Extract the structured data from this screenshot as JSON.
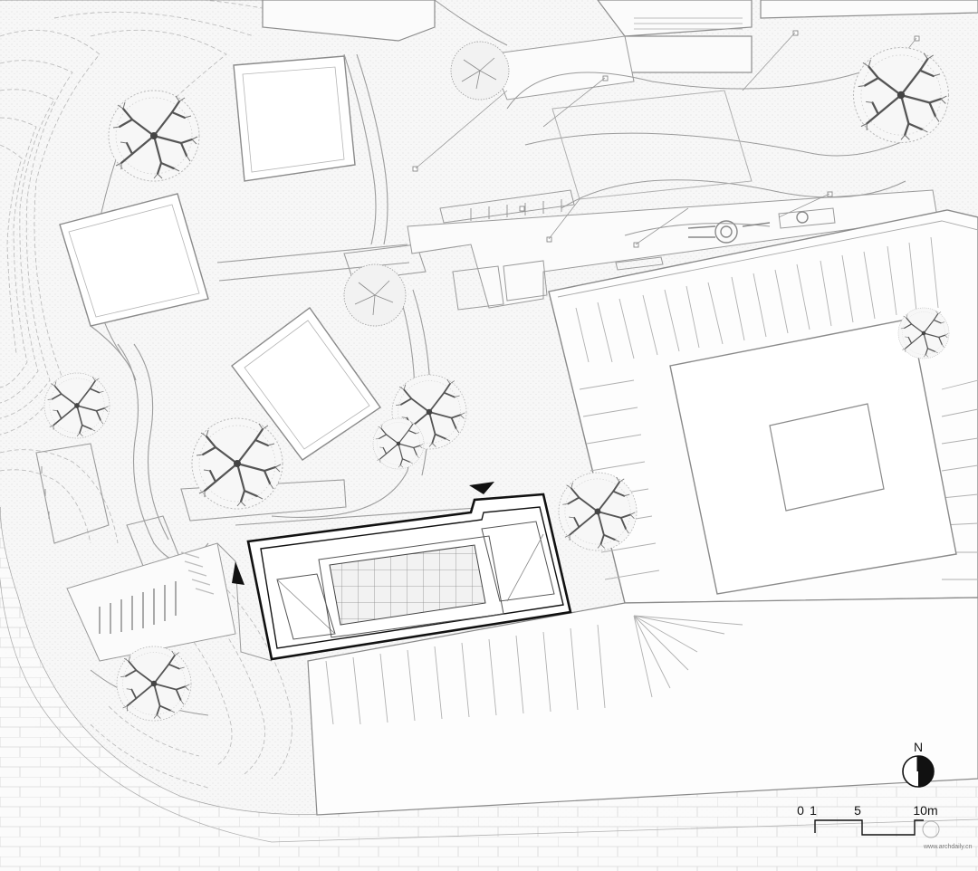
{
  "north_arrow": {
    "label": "N"
  },
  "scale_bar": {
    "tick_labels": [
      "0",
      "1",
      "5",
      "10m"
    ]
  },
  "watermark": {
    "text": "www.archdaily.cn"
  },
  "colors": {
    "background": "#ffffff",
    "ground_texture": "#f4f4f4",
    "line": "#9a9a9a",
    "contour": "#b4b4b4",
    "highlight_building": "#111111",
    "tree": "#555555"
  },
  "icons": [
    "entrance-arrow-icon",
    "north-arrow-icon",
    "tree-icon"
  ]
}
